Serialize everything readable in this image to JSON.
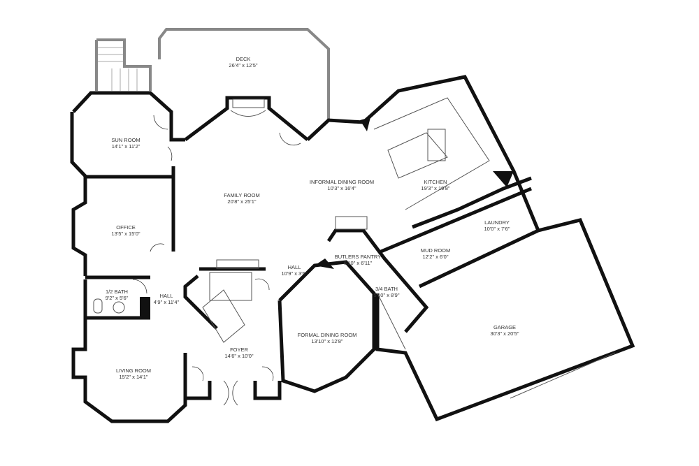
{
  "colors": {
    "wall": "#111111",
    "window": "#888888",
    "background": "#ffffff"
  },
  "rooms": [
    {
      "id": "deck",
      "name": "DECK",
      "dims": "26'4\" x 12'5\""
    },
    {
      "id": "sun-room",
      "name": "SUN ROOM",
      "dims": "14'1\" x 11'2\""
    },
    {
      "id": "family-room",
      "name": "FAMILY ROOM",
      "dims": "20'8\" x 25'1\""
    },
    {
      "id": "informal-dining-room",
      "name": "INFORMAL DINING ROOM",
      "dims": "10'3\" x 16'4\""
    },
    {
      "id": "kitchen",
      "name": "KITCHEN",
      "dims": "19'3\" x 19'8\""
    },
    {
      "id": "laundry",
      "name": "LAUNDRY",
      "dims": "10'0\" x 7'6\""
    },
    {
      "id": "office",
      "name": "OFFICE",
      "dims": "13'5\" x 15'0\""
    },
    {
      "id": "mud-room",
      "name": "MUD ROOM",
      "dims": "12'2\" x 6'0\""
    },
    {
      "id": "butlers-pantry",
      "name": "BUTLERS PANTRY",
      "dims": "6'10\" x 6'11\""
    },
    {
      "id": "hall-upper",
      "name": "HALL",
      "dims": "10'9\" x 3'6\""
    },
    {
      "id": "three-quarter-bath",
      "name": "3/4 BATH",
      "dims": "5'10\" x 8'9\""
    },
    {
      "id": "half-bath",
      "name": "1/2 BATH",
      "dims": "9'2\" x 5'6\""
    },
    {
      "id": "hall-lower",
      "name": "HALL",
      "dims": "4'9\" x 11'4\""
    },
    {
      "id": "garage",
      "name": "GARAGE",
      "dims": "30'3\" x 20'5\""
    },
    {
      "id": "formal-dining-room",
      "name": "FORMAL DINING ROOM",
      "dims": "13'10\" x 12'8\""
    },
    {
      "id": "foyer",
      "name": "FOYER",
      "dims": "14'6\" x 10'0\""
    },
    {
      "id": "living-room",
      "name": "LIVING ROOM",
      "dims": "15'2\" x 14'1\""
    }
  ]
}
